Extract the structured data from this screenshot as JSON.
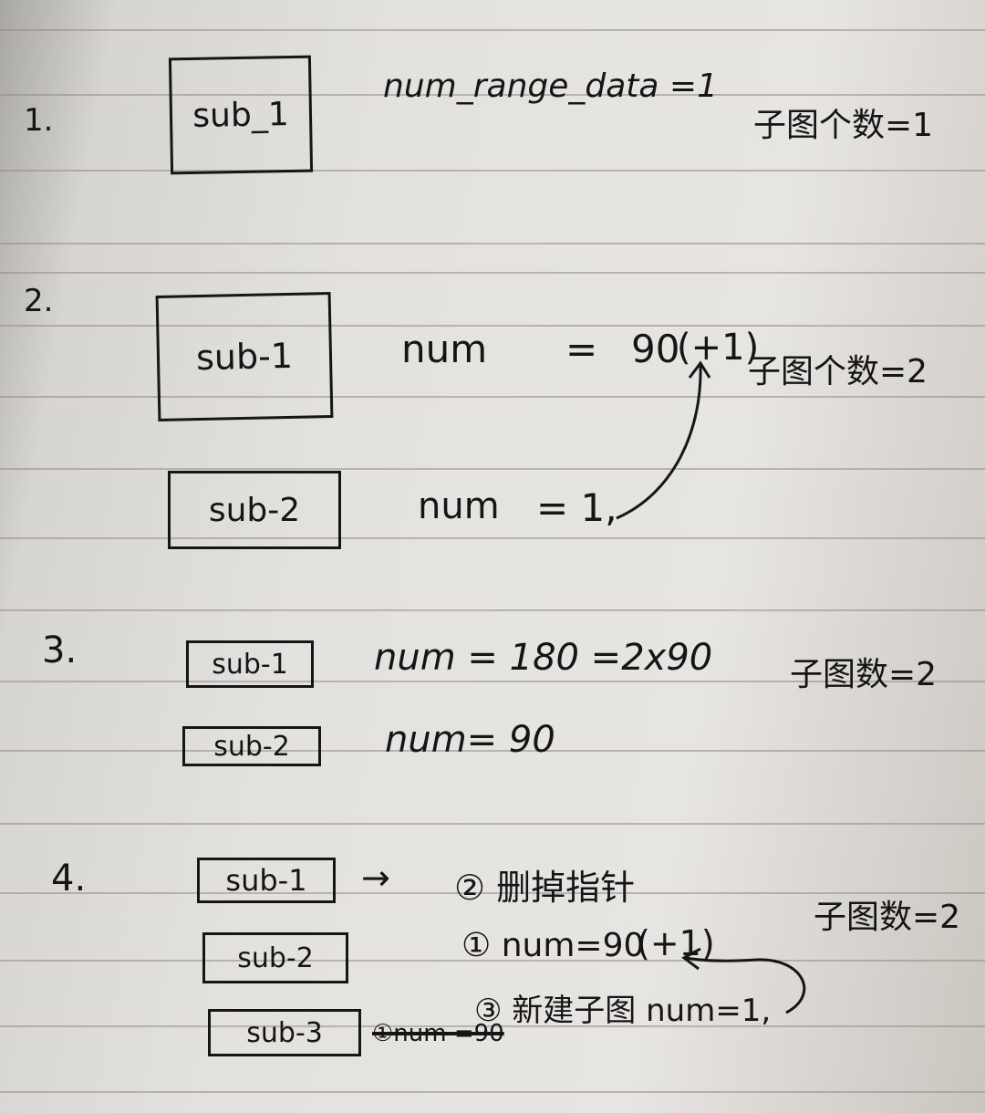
{
  "sections": [
    {
      "number": "1.",
      "boxes": [
        "sub_1"
      ],
      "lines": [
        "num_range_data =1"
      ],
      "subplot_count": "子图个数=1"
    },
    {
      "number": "2.",
      "boxes": [
        "sub-1",
        "sub-2"
      ],
      "lines": [
        "num",
        "=",
        "90",
        "(+1)",
        "num",
        "= 1,"
      ],
      "subplot_count": "子图个数=2"
    },
    {
      "number": "3.",
      "boxes": [
        "sub-1",
        "sub-2"
      ],
      "lines": [
        "num = 180 =2x90",
        "num= 90"
      ],
      "subplot_count": "子图数=2"
    },
    {
      "number": "4.",
      "boxes": [
        "sub-1",
        "sub-2",
        "sub-3"
      ],
      "lines": [
        "→",
        "② 删掉指针",
        "① num=90",
        "(+1)",
        "③ 新建子图 num=1,",
        "①num =90"
      ],
      "subplot_count": "子图数=2"
    }
  ]
}
